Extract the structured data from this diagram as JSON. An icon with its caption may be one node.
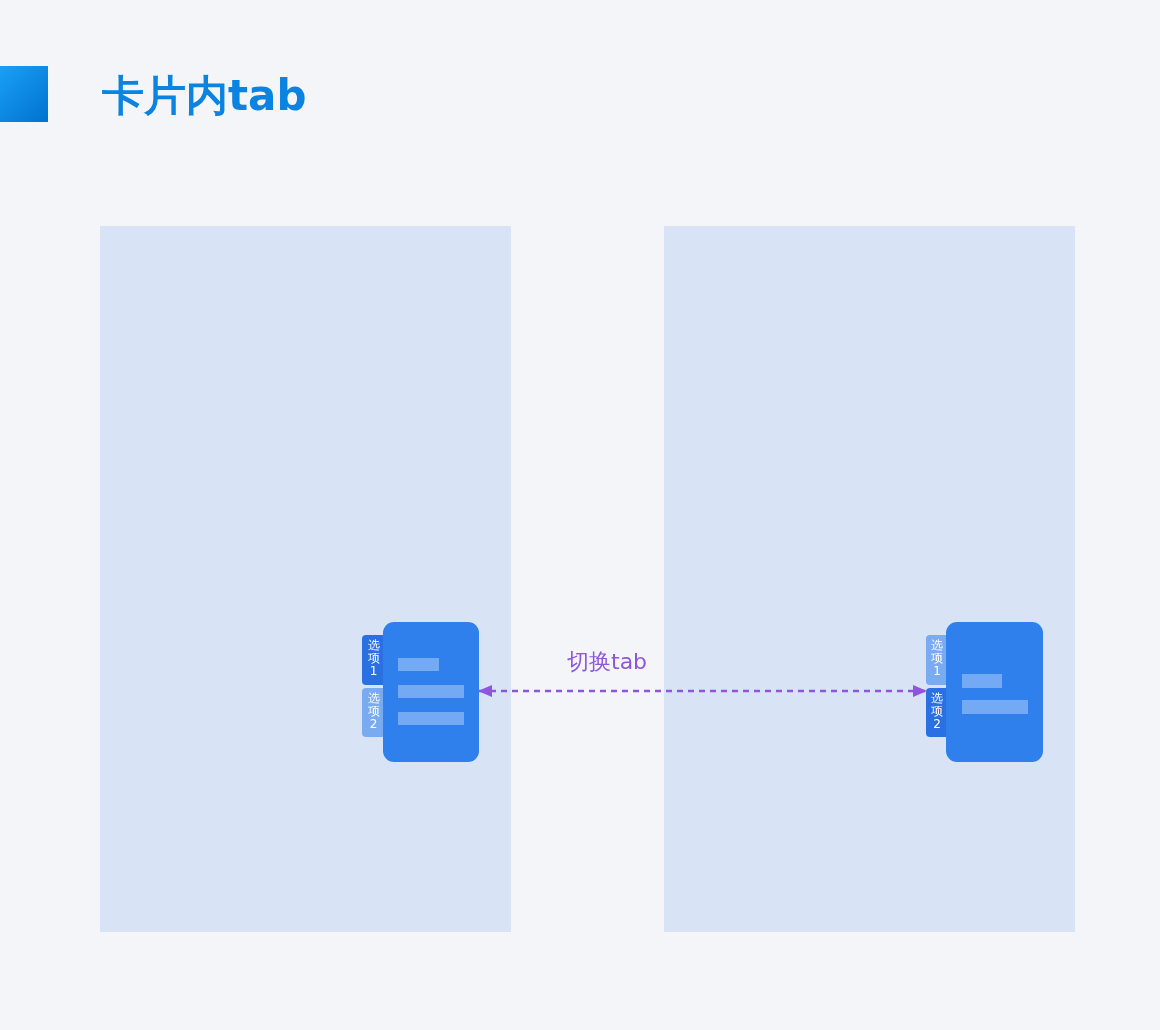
{
  "diagram": {
    "title": "卡片内tab",
    "nodes": [
      {
        "text": [],
        "shape": "box"
      },
      {
        "text": [],
        "shape": "box",
        "in": 0
      },
      {
        "text": [
          "选项1"
        ],
        "in": 0
      },
      {
        "text": [
          "选项2"
        ],
        "in": 0
      },
      {
        "text": [],
        "shape": "box"
      },
      {
        "text": [],
        "shape": "box",
        "in": 4
      },
      {
        "text": [
          "选项1"
        ],
        "in": 4
      },
      {
        "text": [
          "选项2"
        ],
        "in": 4
      }
    ],
    "edges": [
      {
        "from": 1,
        "to": 7,
        "arrow": "both",
        "label": "切换tab",
        "style": "dashed",
        "color": "#8f55dc"
      }
    ]
  }
}
